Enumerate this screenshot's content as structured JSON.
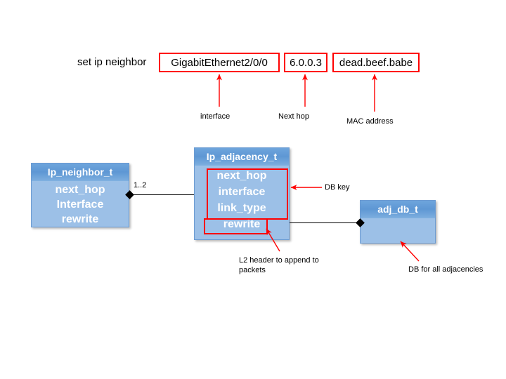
{
  "command": {
    "prefix_label": "set ip neighbor",
    "fields": [
      {
        "name": "interface",
        "value": "GigabitEthernet2/0/0",
        "caption": "interface"
      },
      {
        "name": "next_hop",
        "value": "6.0.0.3",
        "caption": "Next hop"
      },
      {
        "name": "mac",
        "value": "dead.beef.babe",
        "caption": "MAC address"
      }
    ]
  },
  "classes": {
    "neighbor": {
      "title": "Ip_neighbor_t",
      "fields": [
        "next_hop",
        "Interface",
        "rewrite"
      ]
    },
    "adjacency": {
      "title": "Ip_adjacency_t",
      "fields": [
        "next_hop",
        "interface",
        "link_type",
        "rewrite"
      ]
    },
    "adj_db": {
      "title": "adj_db_t",
      "fields": []
    }
  },
  "relations": {
    "neighbor_to_adjacency_multiplicity": "1..2"
  },
  "annotations": {
    "db_key": "DB key",
    "l2_header": "L2 header to append to packets",
    "l2_header_line1": "L2 header to append to",
    "l2_header_line2": "packets",
    "db_for_all": "DB for all adjacencies"
  },
  "colors": {
    "box_fill": "#9cc0e7",
    "box_header": "#5e97d4",
    "highlight_red": "#ff0000",
    "line_black": "#000000",
    "text_white": "#ffffff",
    "background": "#ffffff"
  }
}
